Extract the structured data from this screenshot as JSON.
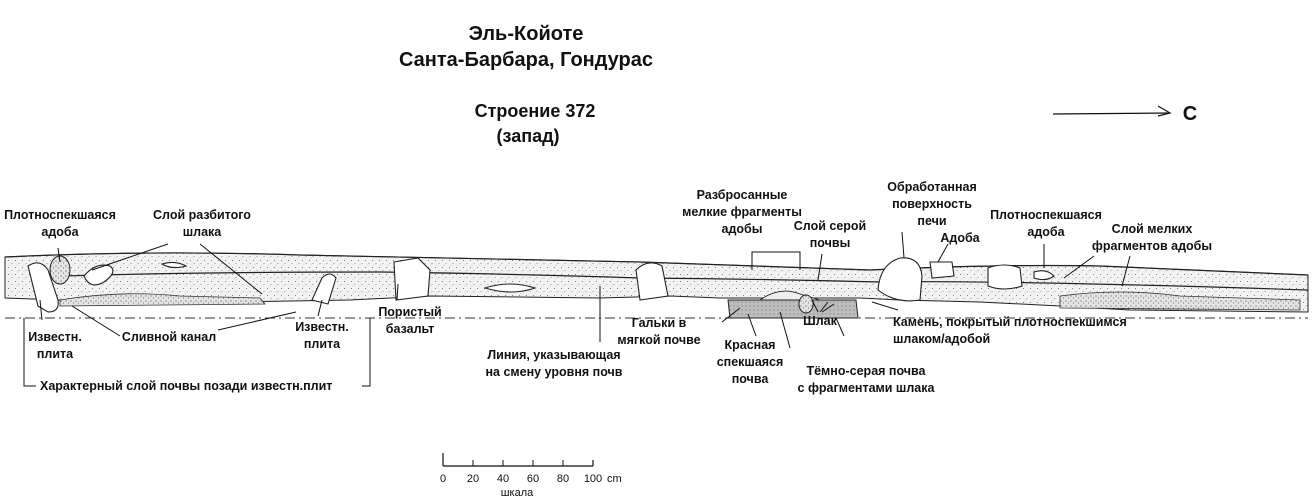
{
  "title": {
    "site": "Эль-Койоте",
    "location": "Санта-Барбара, Гондурас",
    "structure": "Строение 372",
    "side": "(запад)"
  },
  "north": {
    "label": "С"
  },
  "labels": {
    "adobe_left": [
      "Плотноспекшаяся",
      "адоба"
    ],
    "crushed_slag": [
      "Слой разбитого",
      "шлака"
    ],
    "lime_slab_left": [
      "Известн.",
      "плита"
    ],
    "drain": [
      "Сливной канал"
    ],
    "lime_slab_mid": [
      "Известн.",
      "плита"
    ],
    "porous_basalt": [
      "Пористый",
      "базальт"
    ],
    "soil_behind": [
      "Характерный слой почвы позади известн.плит"
    ],
    "level_line": [
      "Линия, указывающая",
      "на смену уровня почв"
    ],
    "scattered_adobe": [
      "Разбросанные",
      "мелкие фрагменты",
      "адобы"
    ],
    "grey_soil": [
      "Слой серой",
      "почвы"
    ],
    "furnace": [
      "Обработанная",
      "поверхность",
      "печи"
    ],
    "adobe_small": [
      "Адоба"
    ],
    "adobe_right": [
      "Плотноспекшаяся",
      "адоба"
    ],
    "small_adobe": [
      "Слой мелких",
      "фрагментов адобы"
    ],
    "pebbles": [
      "Гальки в",
      "мягкой почве"
    ],
    "red_soil": [
      "Красная",
      "спекшаяся",
      "почва"
    ],
    "slag": [
      "Шлак"
    ],
    "dark_soil": [
      "Тёмно-серая почва",
      "с фрагментами шлака"
    ],
    "stone_covered": [
      "Камень, покрытый плотноспекшимся",
      "шлаком/адобой"
    ]
  },
  "scale": {
    "ticks": [
      "0",
      "20",
      "40",
      "60",
      "80",
      "100"
    ],
    "unit": "cm",
    "caption": "шкала"
  }
}
